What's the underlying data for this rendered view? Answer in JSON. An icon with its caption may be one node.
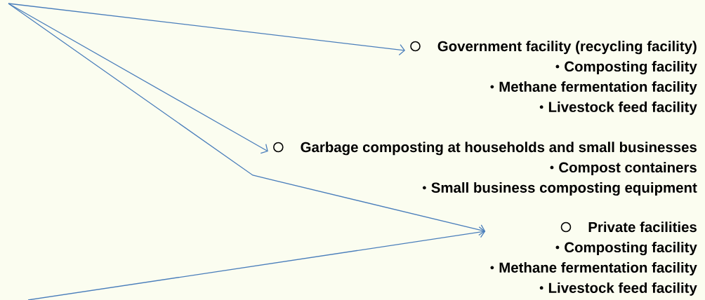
{
  "diagram": {
    "nodes": [
      {
        "text": [
          "Government facility (recycling facility)",
          "Composting facility",
          "Methane fermentation facility",
          "Livestock feed facility"
        ]
      },
      {
        "text": [
          "Garbage composting at households and small businesses",
          "Compost containers",
          "Small business composting equipment"
        ]
      },
      {
        "text": [
          "Private facilities",
          "Composting facility",
          "Methane fermentation facility",
          "Livestock feed facility"
        ]
      }
    ],
    "edges": [
      {
        "from": null,
        "to": 0,
        "arrow": "to"
      },
      {
        "from": null,
        "to": 1,
        "arrow": "to"
      },
      {
        "from": null,
        "to": 2,
        "arrow": "to"
      },
      {
        "from": null,
        "to": 2,
        "arrow": "to"
      }
    ]
  }
}
